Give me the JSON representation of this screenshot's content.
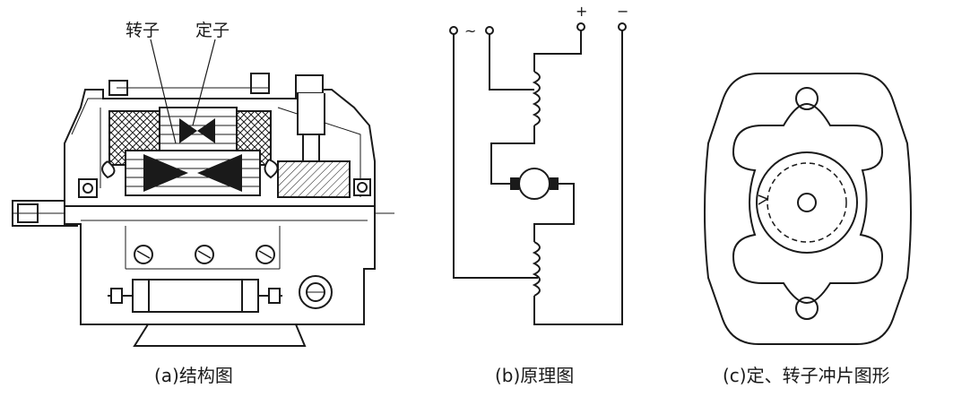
{
  "panel_a": {
    "label_rotor": "转子",
    "label_stator": "定子",
    "caption": "(a)结构图"
  },
  "panel_b": {
    "symbol_ac": "~",
    "symbol_plus": "+",
    "symbol_minus": "−",
    "caption": "(b)原理图"
  },
  "panel_c": {
    "caption": "(c)定、转子冲片图形"
  },
  "colors": {
    "line": "#1a1a1a",
    "background": "#ffffff"
  }
}
